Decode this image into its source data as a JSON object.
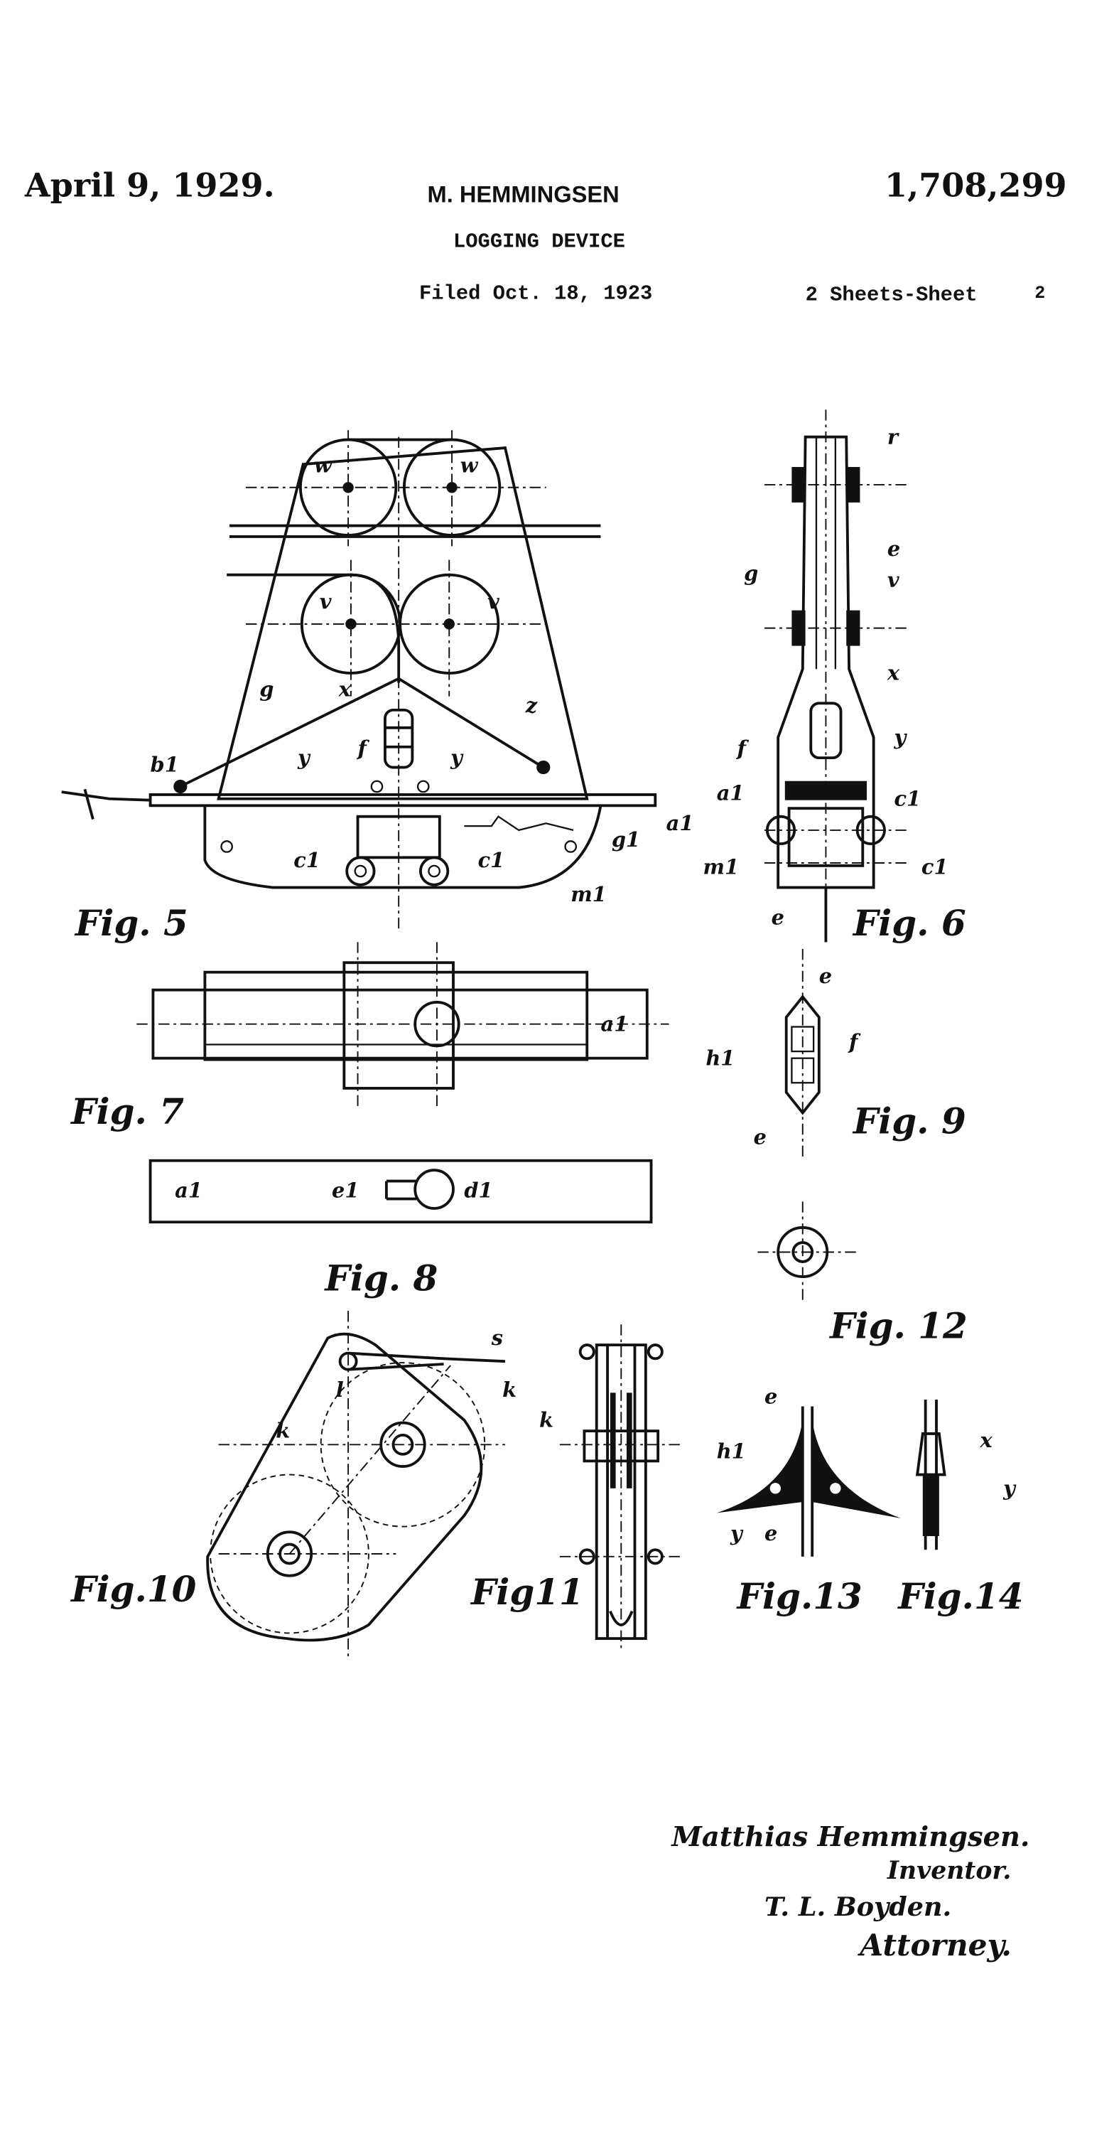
{
  "header": {
    "date": "April 9, 1929.",
    "inventor": "M. HEMMINGSEN",
    "patent_number": "1,708,299",
    "title": "LOGGING DEVICE",
    "filed": "Filed Oct. 18, 1923",
    "sheets": "2 Sheets-Sheet",
    "sheet_number": "2"
  },
  "figures": {
    "fig5": "Fig. 5",
    "fig6": "Fig. 6",
    "fig7": "Fig. 7",
    "fig8": "Fig. 8",
    "fig9": "Fig. 9",
    "fig10": "Fig.10",
    "fig11": "Fig11",
    "fig12": "Fig. 12",
    "fig13": "Fig.13",
    "fig14": "Fig.14"
  },
  "labels": {
    "fig5": [
      "w",
      "w",
      "v",
      "v",
      "x",
      "g",
      "f",
      "y",
      "y",
      "z",
      "b1",
      "a1",
      "g1",
      "c1",
      "c1",
      "m1"
    ],
    "fig6": [
      "r",
      "g",
      "e",
      "v",
      "x",
      "f",
      "y",
      "a1",
      "c1",
      "m1",
      "c1",
      "e"
    ],
    "fig7": [
      "a1"
    ],
    "fig8": [
      "a1",
      "e1",
      "d1"
    ],
    "fig9": [
      "e",
      "h1",
      "f",
      "e"
    ],
    "fig10": [
      "s",
      "l",
      "k",
      "k"
    ],
    "fig11": [
      "k"
    ],
    "fig13": [
      "e",
      "h1",
      "y",
      "e"
    ],
    "fig14": [
      "x",
      "y"
    ]
  },
  "signature": {
    "inventor_name": "Matthias Hemmingsen.",
    "inventor_role": "Inventor.",
    "attorney_name": "T. L. Boyden.",
    "attorney_role": "Attorney."
  }
}
